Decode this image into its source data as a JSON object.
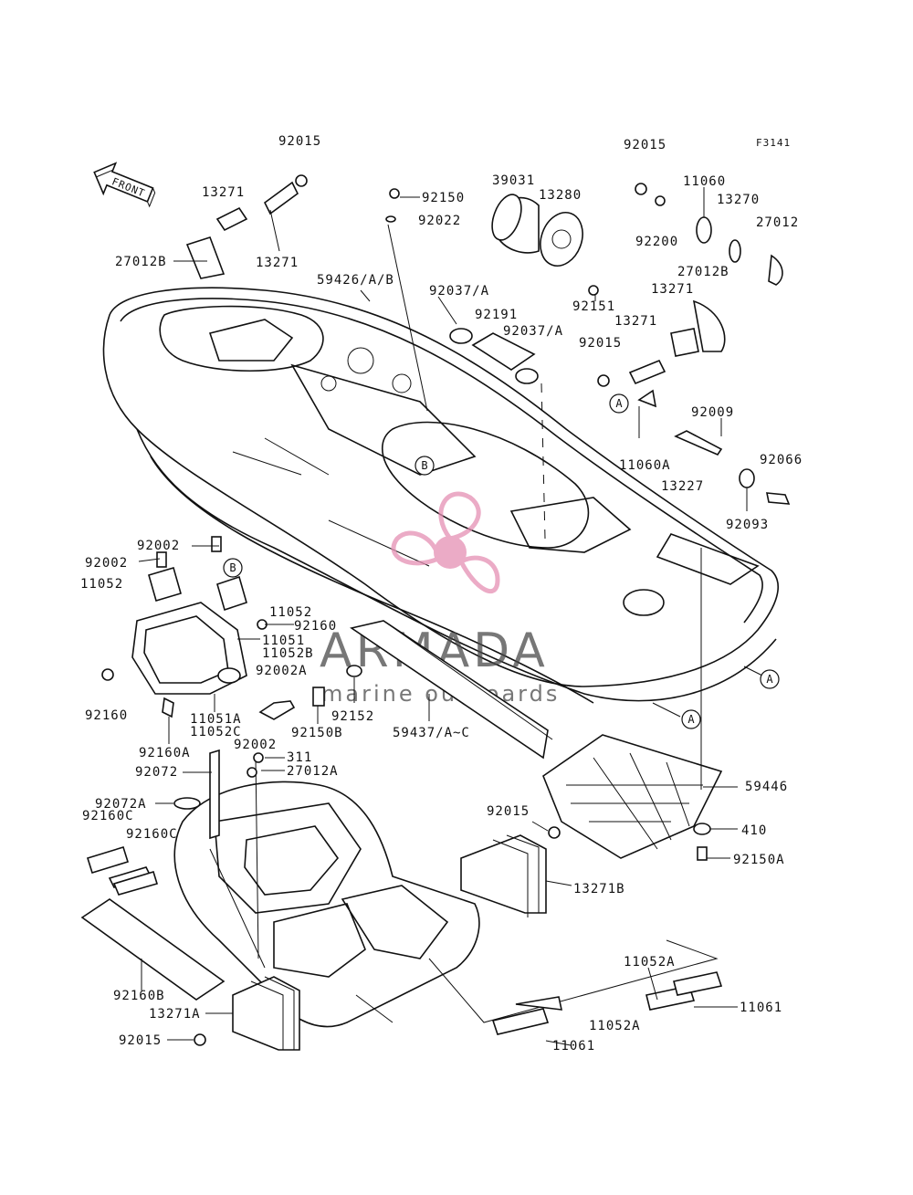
{
  "figure_code": "F3141",
  "front_indicator": "FRONT",
  "callouts": [
    "A",
    "B"
  ],
  "watermark": {
    "brand": "ARMADA",
    "tagline": "marine outboards",
    "logo": "propeller-logo",
    "logo_color": "#e58fb3"
  },
  "part_labels": {
    "p92015_top_left": "92015",
    "p92015_top_right": "92015",
    "p13271_a": "13271",
    "p13271_b": "13271",
    "p27012B_left": "27012B",
    "p92150": "92150",
    "p92022": "92022",
    "p39031": "39031",
    "p13280": "13280",
    "p11060": "11060",
    "p13270": "13270",
    "p27012": "27012",
    "p92200": "92200",
    "p27012B_right": "27012B",
    "p59426": "59426/A/B",
    "p92037_a": "92037/A",
    "p92151": "92151",
    "p13271_c": "13271",
    "p13271_d": "13271",
    "p92191": "92191",
    "p92037_b": "92037/A",
    "p92015_mid": "92015",
    "p92009": "92009",
    "p11060A": "11060A",
    "p92066": "92066",
    "p13227": "13227",
    "p92093": "92093",
    "p92002_a": "92002",
    "p92002_b": "92002",
    "p11052": "11052",
    "p11052_b": "11052",
    "p92160_a": "92160",
    "p11051": "11051",
    "p11052B": "11052B",
    "p92002A": "92002A",
    "p92160_b": "92160",
    "p11051A": "11051A",
    "p11052C": "11052C",
    "p92150B": "92150B",
    "p92152": "92152",
    "p59437": "59437/A~C",
    "p92160A": "92160A",
    "p92002_c": "92002",
    "p311": "311",
    "p27012A": "27012A",
    "p92072": "92072",
    "p92072A": "92072A",
    "p92160C_a": "92160C",
    "p92160C_b": "92160C",
    "p59446": "59446",
    "p410": "410",
    "p92150A": "92150A",
    "p92015_low": "92015",
    "p13271B": "13271B",
    "p92160B": "92160B",
    "p13271A": "13271A",
    "p92015_bottom": "92015",
    "p11052A_a": "11052A",
    "p11061_a": "11061",
    "p11052A_b": "11052A",
    "p11061_b": "11061"
  }
}
